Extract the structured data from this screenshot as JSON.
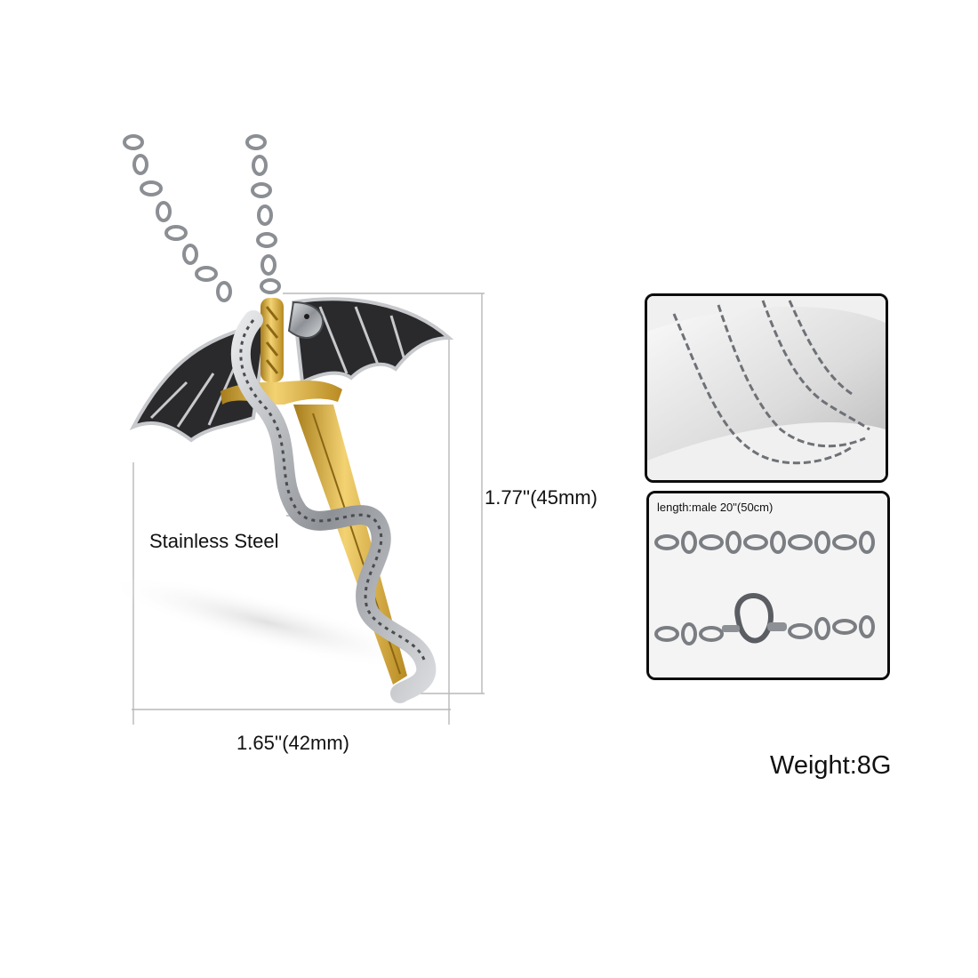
{
  "annotations": {
    "material": "Stainless Steel",
    "height": "1.77''(45mm)",
    "width": "1.65''(42mm)",
    "weight": "Weight:8G",
    "chain_length": "length:male 20\"(50cm)"
  },
  "colors": {
    "gold": "#d4a52c",
    "gold_light": "#f3d272",
    "silver": "#b9bcc0",
    "silver_dark": "#4a4c50",
    "wing_dark": "#2a2a2c",
    "dimension_line": "#b8b8b8"
  },
  "icons": {
    "pendant": "dragon-sword-pendant-icon",
    "chain": "chain-icon",
    "clasp": "lobster-clasp-icon"
  }
}
